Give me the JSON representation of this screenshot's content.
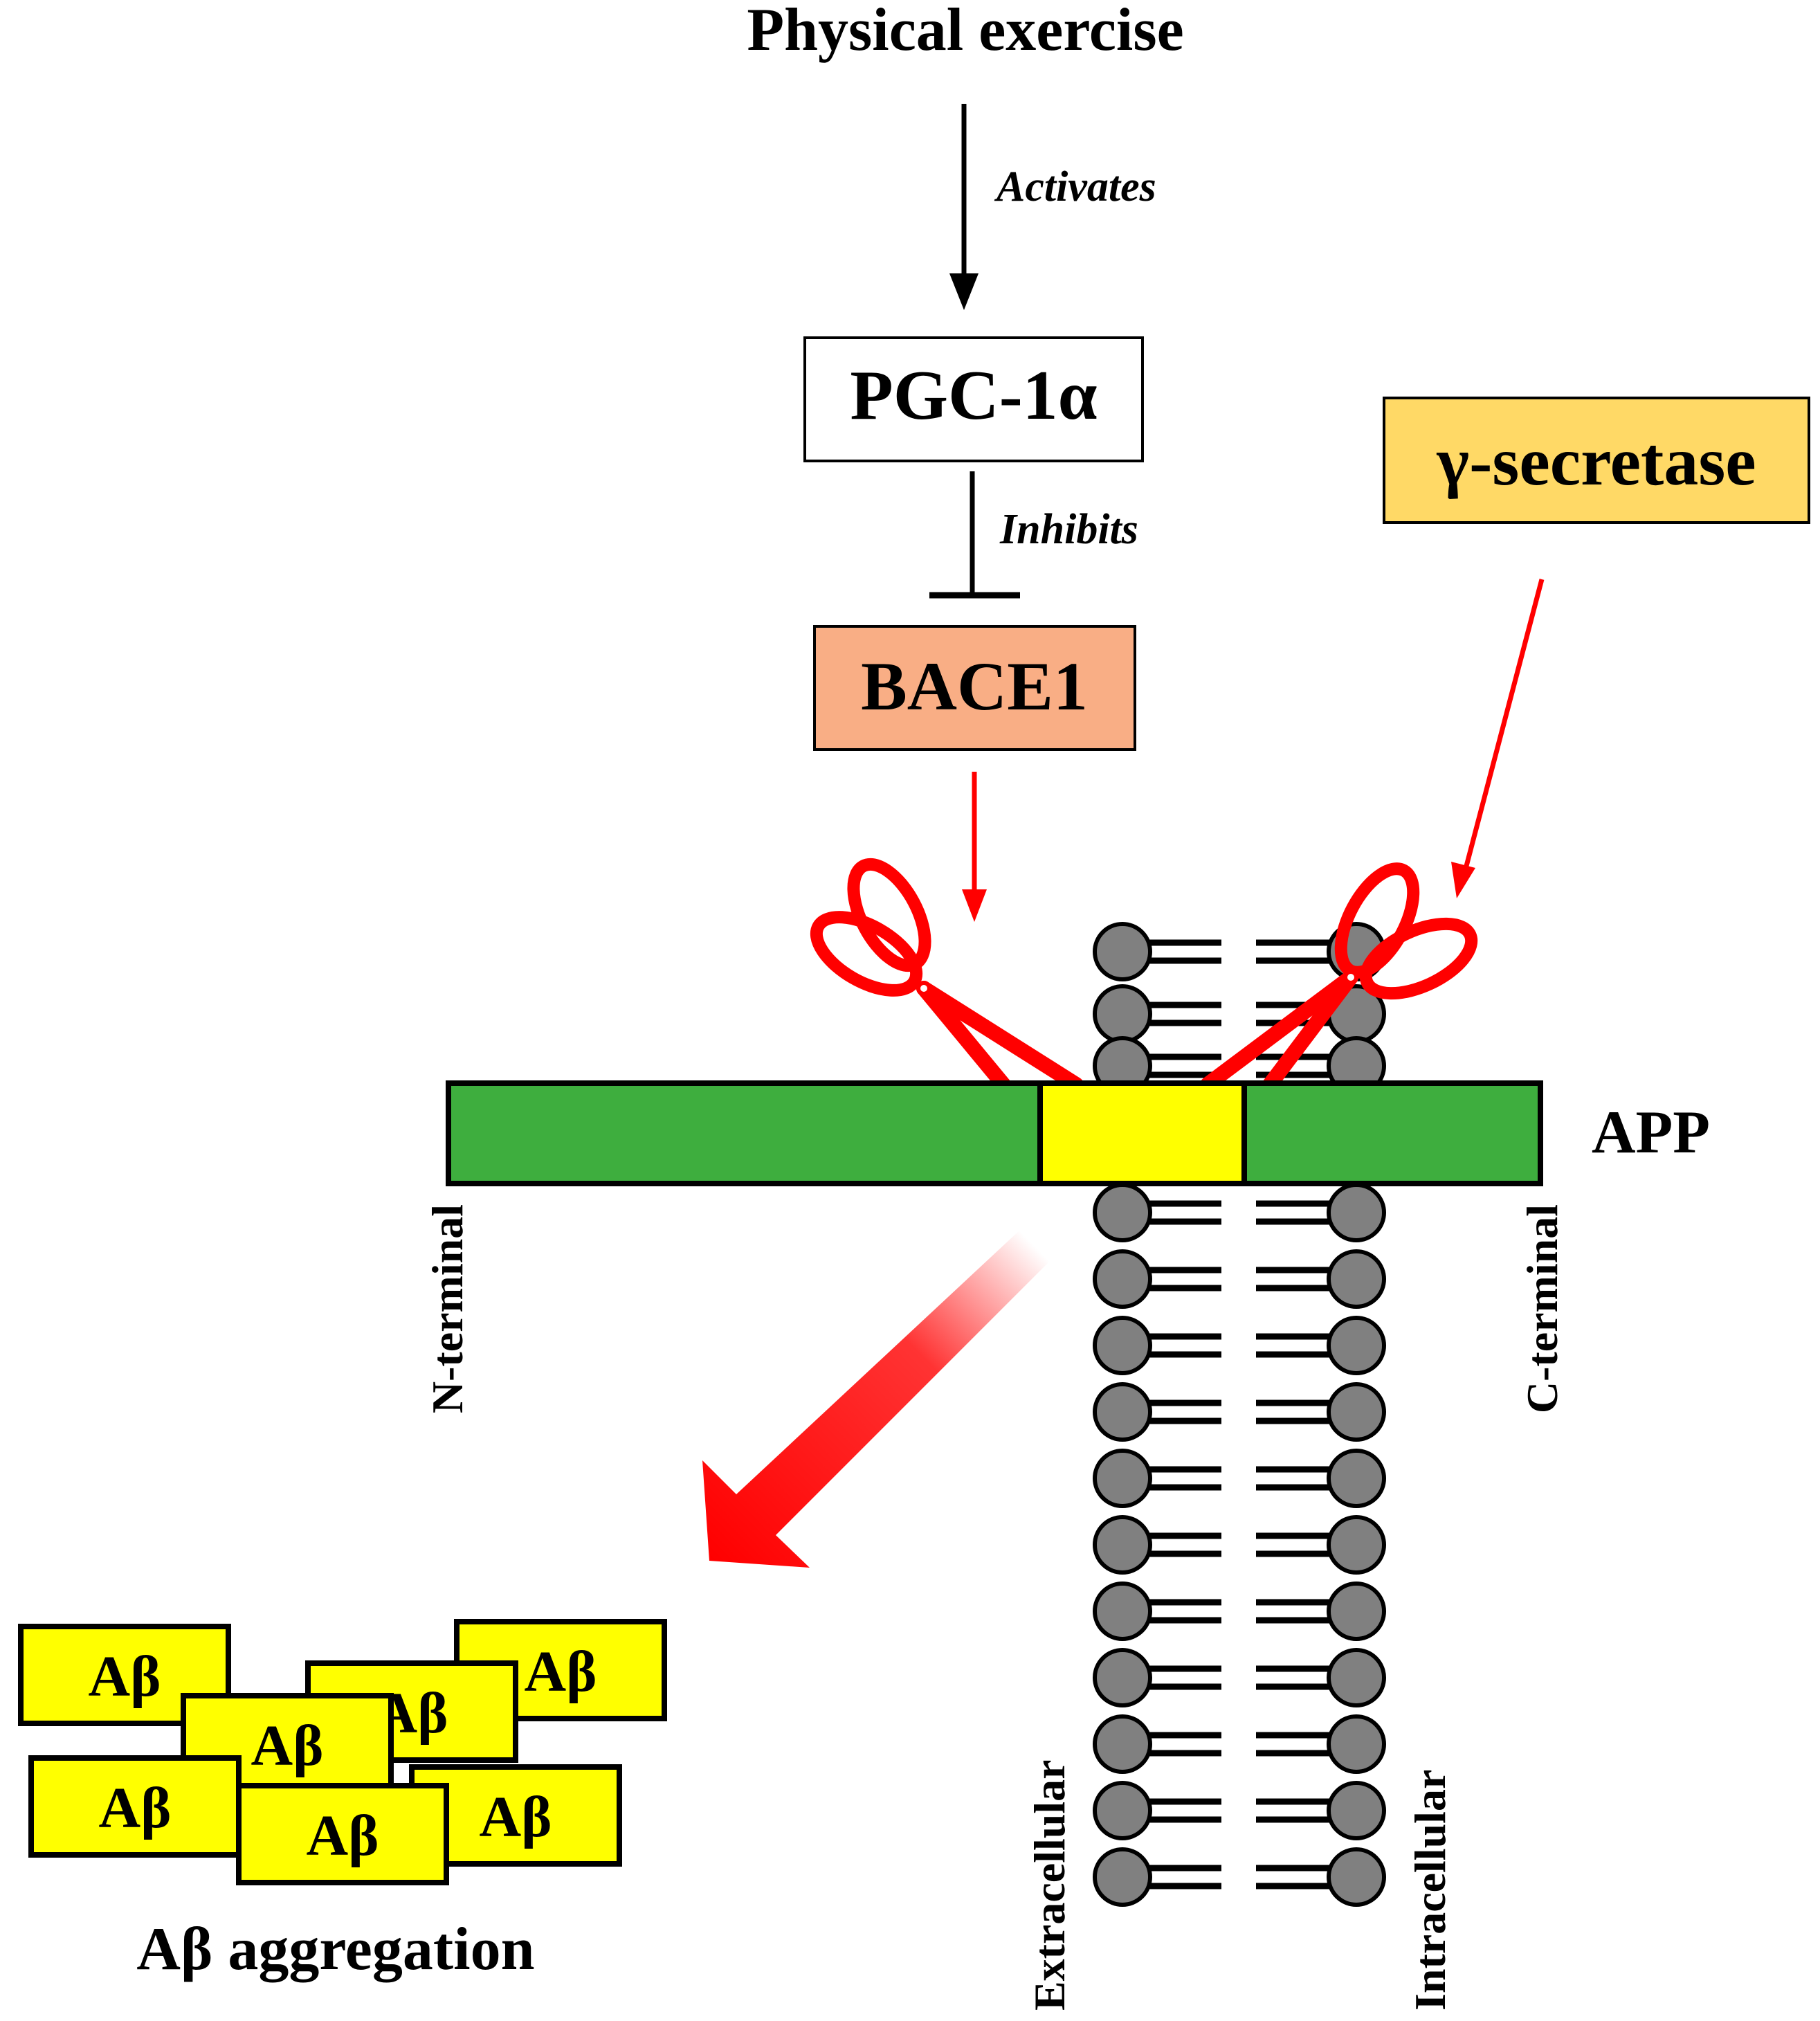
{
  "title": "Physical exercise",
  "edges": {
    "activates": "Activates",
    "inhibits": "Inhibits"
  },
  "nodes": {
    "pgc": "PGC-1α",
    "bace": "BACE1",
    "gamma": "γ-secretase",
    "app": "APP"
  },
  "termini": {
    "n": "N-terminal",
    "c": "C-terminal"
  },
  "membrane": {
    "extra": "Extracellular",
    "intra": "Intracellular"
  },
  "abeta": {
    "label": "Aβ",
    "caption": "Aβ aggregation"
  },
  "colors": {
    "bace_fill": "#F9AE85",
    "gamma_fill": "#FFD966",
    "app_green": "#3EAE3E",
    "app_yellow": "#FFFF00",
    "abeta_fill": "#FFFF00",
    "lipid_head": "#808080",
    "red": "#FF0000"
  }
}
